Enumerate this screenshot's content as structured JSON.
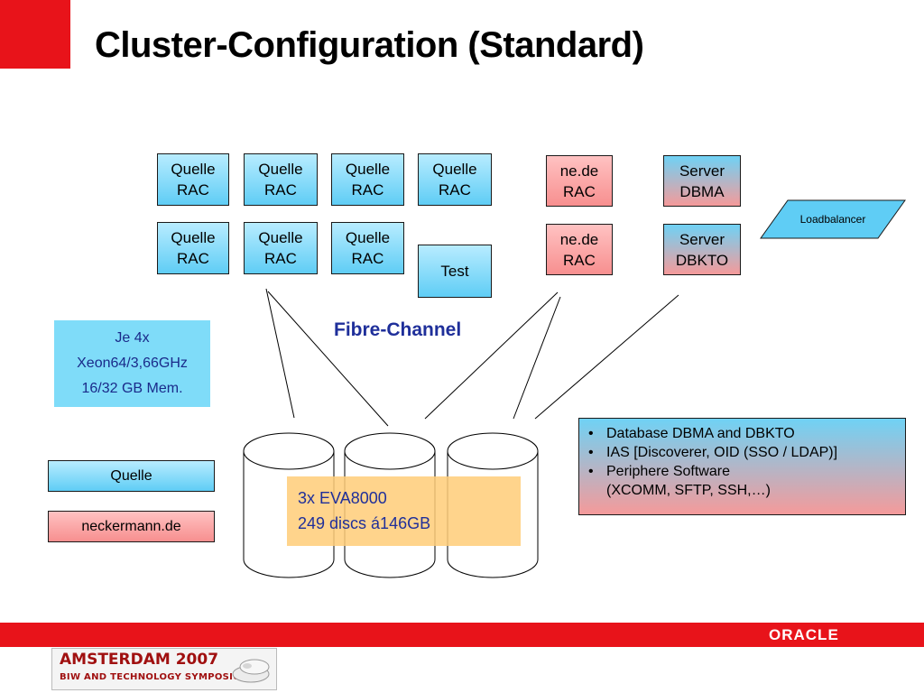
{
  "title": "Cluster-Configuration (Standard)",
  "nodes": {
    "quelle_rac_1": "Quelle\nRAC",
    "quelle_rac_2": "Quelle\nRAC",
    "quelle_rac_3": "Quelle\nRAC",
    "quelle_rac_4": "Quelle\nRAC",
    "quelle_rac_5": "Quelle\nRAC",
    "quelle_rac_6": "Quelle\nRAC",
    "quelle_rac_7": "Quelle\nRAC",
    "test": "Test",
    "nede_rac_1": "ne.de\nRAC",
    "nede_rac_2": "ne.de\nRAC",
    "server_dbma": "Server\nDBMA",
    "server_dbkto": "Server\nDBKTO",
    "loadbalancer": "Loadbalancer"
  },
  "specs": [
    "Je 4x",
    "Xeon64/3,66GHz",
    "16/32 GB Mem."
  ],
  "fibre_channel": "Fibre-Channel",
  "legend": {
    "quelle": "Quelle",
    "neckermann": "neckermann.de"
  },
  "storage": [
    "3x EVA8000",
    "249 discs á146GB"
  ],
  "info": [
    "Database DBMA and DBKTO",
    "IAS [Discoverer, OID (SSO / LDAP)]",
    "Periphere Software\n(XCOMM, SFTP, SSH,…)"
  ],
  "footer": {
    "brand": "ORACLE",
    "event_title": "AMSTERDAM 2007",
    "event_subtitle": "BIW AND TECHNOLOGY SYMPOSIUM"
  },
  "colors": {
    "accent_red": "#e8131a",
    "node_blue": "#5fcdf5",
    "node_pink": "#f78f8f",
    "text_blue": "#1f2f9a"
  }
}
